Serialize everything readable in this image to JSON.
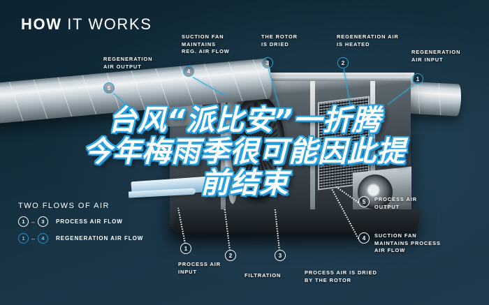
{
  "title": {
    "bold": "HOW",
    "light": " IT WORKS"
  },
  "colors": {
    "background_dark": "#0d2330",
    "background_light": "#1e3a4c",
    "accent_cyan": "#2ea6d6",
    "text_white": "#ffffff",
    "headline_outline": "#2aa3e0"
  },
  "callouts": [
    {
      "id": "regeneration-air-output",
      "number": "5",
      "style": "cyan",
      "label": "REGENERATION\nAIR OUTPUT"
    },
    {
      "id": "suction-fan-reg",
      "number": "4",
      "style": "cyan",
      "label": "SUCTION FAN\nMAINTAINS\nREG. AIR FLOW"
    },
    {
      "id": "rotor-is-dried",
      "number": "3",
      "style": "cyan",
      "label": "THE ROTOR\nIS DRIED"
    },
    {
      "id": "regeneration-air-heated",
      "number": "2",
      "style": "cyan",
      "label": "REGENERATION AIR\nIS HEATED"
    },
    {
      "id": "regeneration-air-input",
      "number": "1",
      "style": "cyan",
      "label": "REGENERATION\nAIR INPUT"
    },
    {
      "id": "process-air-output",
      "number": "5",
      "style": "white",
      "label": "PROCESS AIR\nOUTPUT"
    },
    {
      "id": "suction-fan-process",
      "number": "4",
      "style": "white",
      "label": "SUCTION FAN\nMAINTAINS PROCESS\nAIR FLOW"
    },
    {
      "id": "process-air-input",
      "number": "1",
      "style": "white",
      "label": "PROCESS AIR\nINPUT"
    },
    {
      "id": "filtration",
      "number": "2",
      "style": "white",
      "label": "FILTRATION"
    },
    {
      "id": "process-air-dried",
      "number": "3",
      "style": "white",
      "label": "PROCESS AIR IS DRIED\nBY THE ROTOR"
    }
  ],
  "legend": {
    "title": "TWO FLOWS OF AIR",
    "rows": [
      {
        "from": "1",
        "dash": "–",
        "to": "3",
        "style": "white",
        "label": "PROCESS AIR FLOW"
      },
      {
        "from": "1",
        "dash": "–",
        "to": "4",
        "style": "cyan",
        "label": "REGENERATION AIR FLOW"
      }
    ]
  },
  "headline": {
    "line1": "台风“派比安”一折腾",
    "line2": "今年梅雨季很可能因此提",
    "line3": "前结束"
  }
}
